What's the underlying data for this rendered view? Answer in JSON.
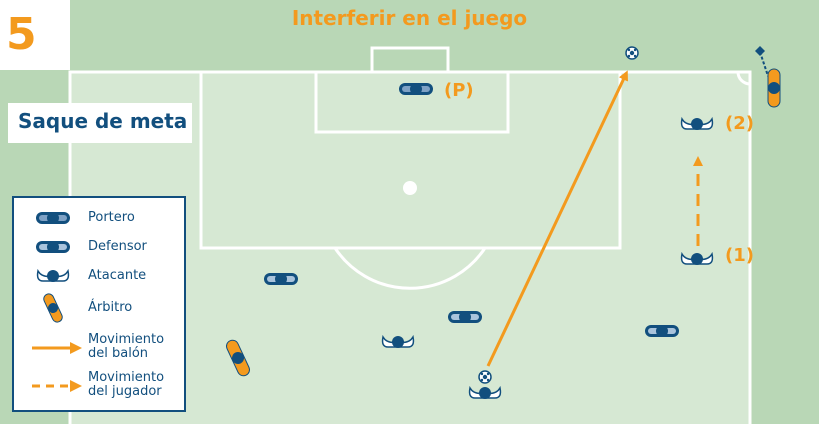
{
  "figure": {
    "number": "5",
    "title": "Interferir en el juego",
    "subtitle": "Saque de meta"
  },
  "labels": {
    "goalkeeper_tag": "(P)",
    "position_before": "(1)",
    "position_after": "(2)"
  },
  "legend": {
    "goalkeeper": "Portero",
    "defender": "Defensor",
    "attacker": "Atacante",
    "referee": "Árbitro",
    "ball_movement_line1": "Movimiento",
    "ball_movement_line2": "del balón",
    "player_movement_line1": "Movimiento",
    "player_movement_line2": "del jugador"
  },
  "colors": {
    "grass_dark": "#b9d7b6",
    "grass_light": "#d6e8d3",
    "navy": "#124f7e",
    "orange": "#f39a1e",
    "white": "#ffffff"
  }
}
